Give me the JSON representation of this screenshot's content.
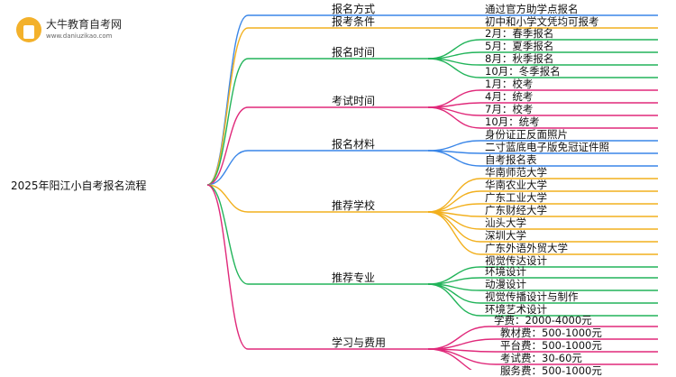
{
  "logo": {
    "title": "大牛教育自考网",
    "url": "www.daniuzikao.com"
  },
  "root": "2025年阳江小自考报名流程",
  "categories": [
    {
      "label": "报名方式",
      "color": "#3a86e8",
      "leaves": [
        {
          "label": "通过官方助学点报名"
        }
      ]
    },
    {
      "label": "报考条件",
      "color": "#f2b01e",
      "leaves": [
        {
          "label": "初中和小学文凭均可报考"
        }
      ]
    },
    {
      "label": "报名时间",
      "color": "#22b45a",
      "leaves": [
        {
          "label": "2月：春季报名"
        },
        {
          "label": "5月：夏季报名"
        },
        {
          "label": "8月：秋季报名"
        },
        {
          "label": "10月：冬季报名"
        }
      ]
    },
    {
      "label": "考试时间",
      "color": "#e0297a",
      "leaves": [
        {
          "label": "1月：校考"
        },
        {
          "label": "4月：统考"
        },
        {
          "label": "7月：校考"
        },
        {
          "label": "10月：统考"
        }
      ]
    },
    {
      "label": "报名材料",
      "color": "#3a86e8",
      "leaves": [
        {
          "label": "身份证正反面照片"
        },
        {
          "label": "二寸蓝底电子版免冠证件照"
        },
        {
          "label": "自考报名表"
        }
      ]
    },
    {
      "label": "推荐学校",
      "color": "#f2b01e",
      "leaves": [
        {
          "label": "华南师范大学"
        },
        {
          "label": "华南农业大学"
        },
        {
          "label": "广东工业大学"
        },
        {
          "label": "广东财经大学"
        },
        {
          "label": "汕头大学"
        },
        {
          "label": "深圳大学"
        },
        {
          "label": "广东外语外贸大学"
        }
      ]
    },
    {
      "label": "推荐专业",
      "color": "#22b45a",
      "leaves": [
        {
          "label": "视觉传达设计"
        },
        {
          "label": "环境设计"
        },
        {
          "label": "动漫设计"
        },
        {
          "label": "视觉传播设计与制作"
        },
        {
          "label": "环境艺术设计"
        }
      ]
    },
    {
      "label": "学习与费用",
      "color": "#e0297a",
      "leaves": [
        {
          "label": "学费：2000-4000元"
        },
        {
          "label": "教材费：500-1000元"
        },
        {
          "label": "平台费：500-1000元"
        },
        {
          "label": "考试费：30-60元"
        },
        {
          "label": "服务费：500-1000元"
        }
      ]
    }
  ]
}
